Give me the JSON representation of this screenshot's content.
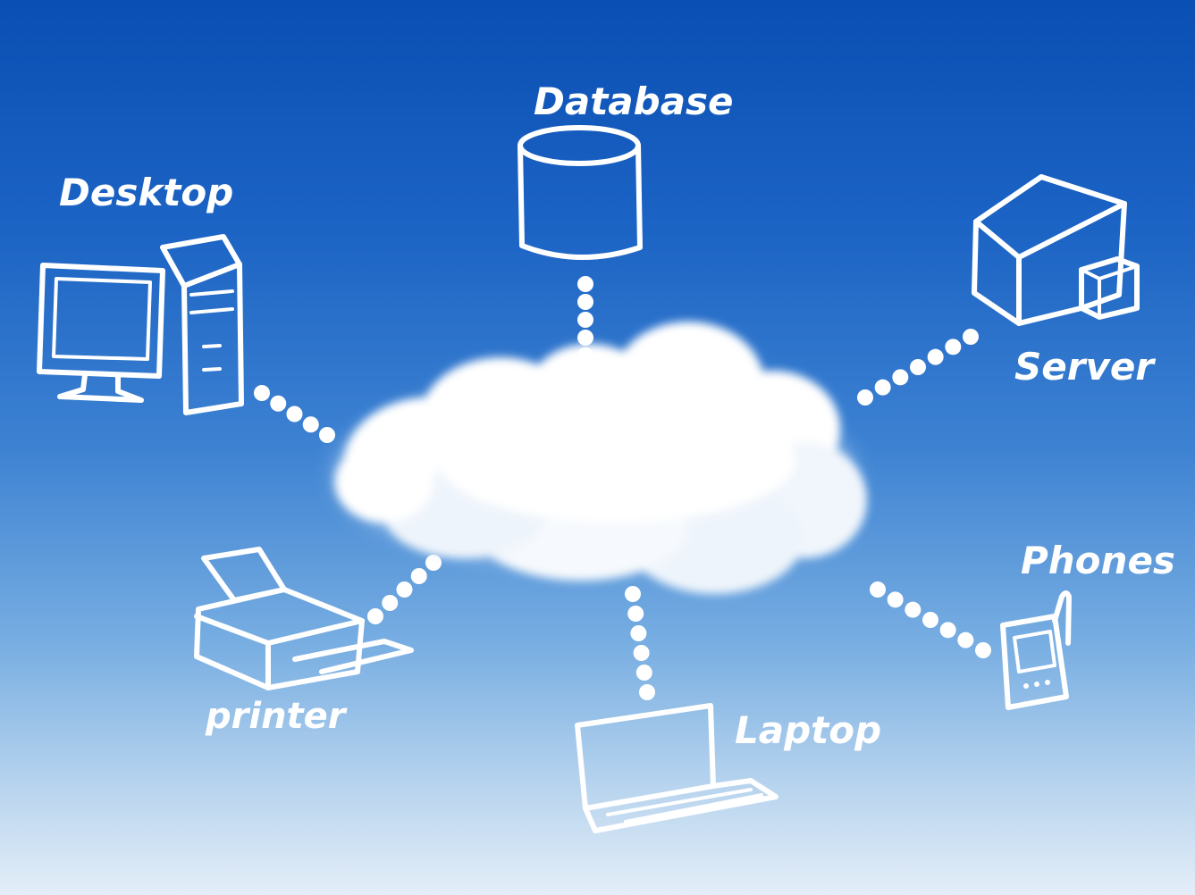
{
  "diagram": {
    "center": "cloud",
    "nodes": [
      {
        "id": "database",
        "label": "Database",
        "icon": "database-icon"
      },
      {
        "id": "desktop",
        "label": "Desktop",
        "icon": "desktop-computer-icon"
      },
      {
        "id": "server",
        "label": "Server",
        "icon": "server-icon"
      },
      {
        "id": "printer",
        "label": "printer",
        "icon": "printer-icon"
      },
      {
        "id": "laptop",
        "label": "Laptop",
        "icon": "laptop-icon"
      },
      {
        "id": "phones",
        "label": "Phones",
        "icon": "phone-icon"
      }
    ],
    "edges": [
      {
        "from": "cloud",
        "to": "database"
      },
      {
        "from": "cloud",
        "to": "desktop"
      },
      {
        "from": "cloud",
        "to": "server"
      },
      {
        "from": "cloud",
        "to": "printer"
      },
      {
        "from": "cloud",
        "to": "laptop"
      },
      {
        "from": "cloud",
        "to": "phones"
      }
    ],
    "colors": {
      "sky_top": "#0a4fb3",
      "sky_bottom": "#e4eef8",
      "chalk": "#ffffff",
      "cloud": "#ffffff"
    }
  }
}
